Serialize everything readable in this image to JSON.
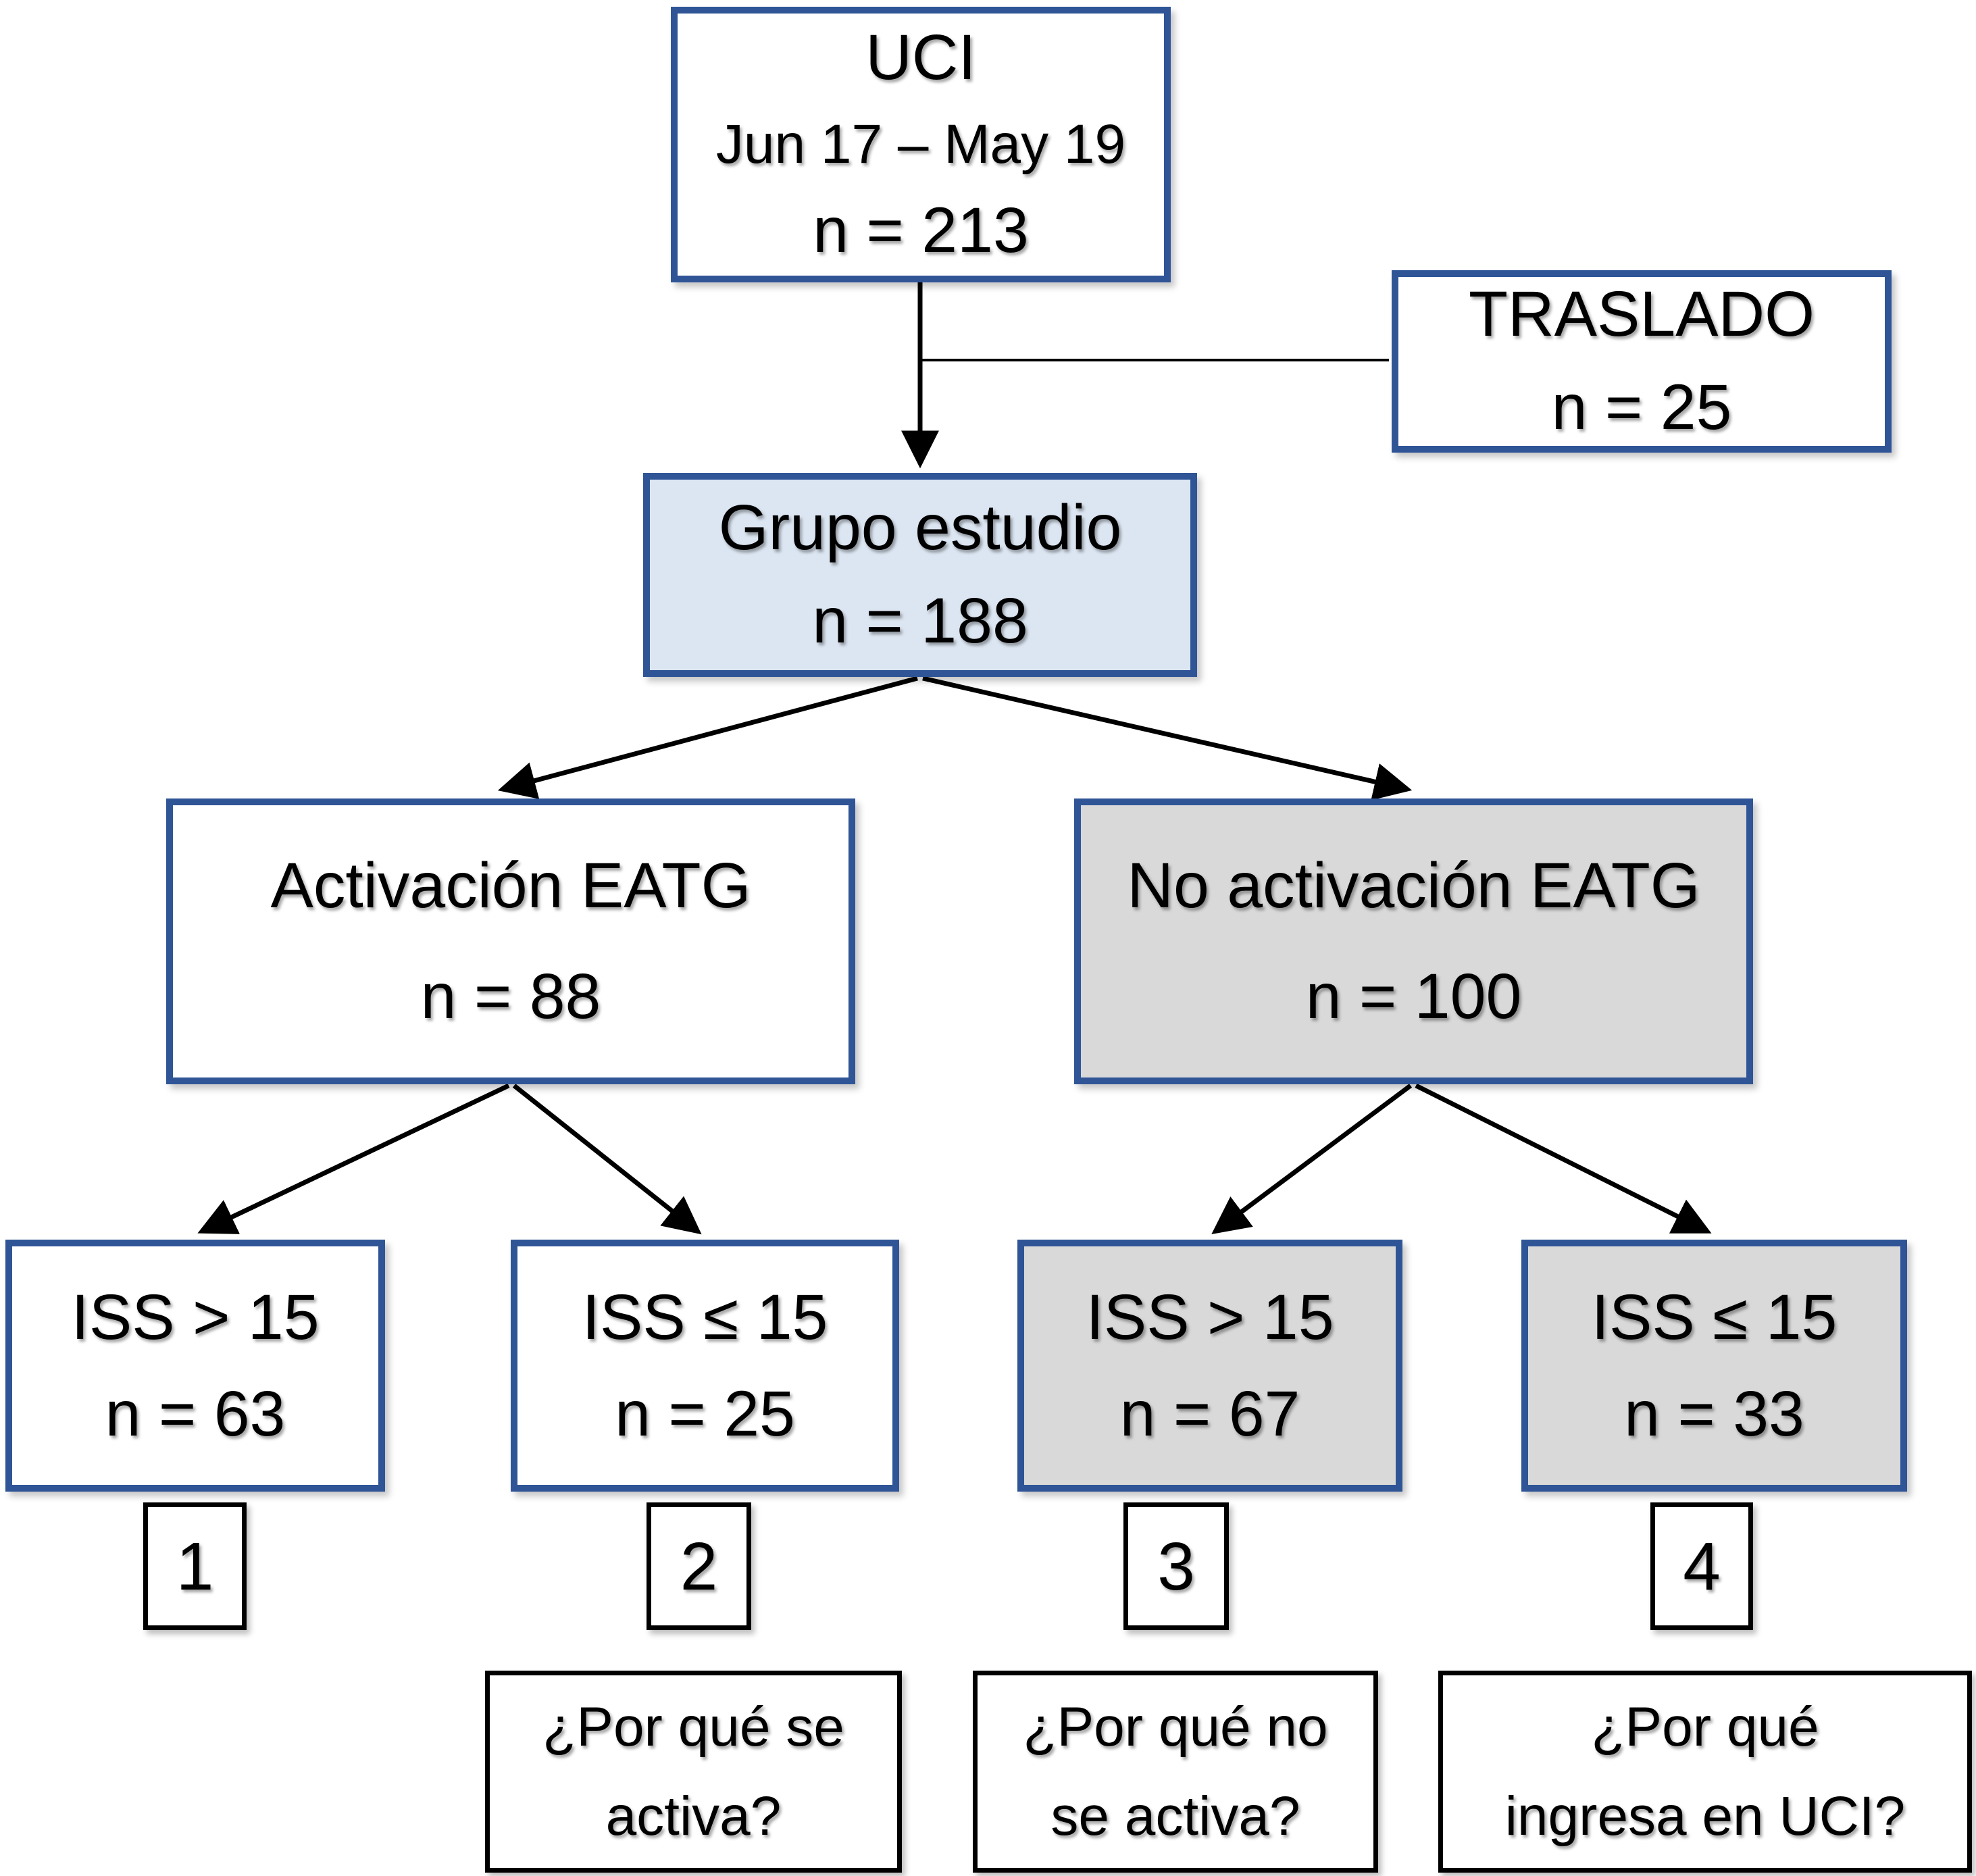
{
  "nodes": {
    "uci": {
      "title": "UCI",
      "subtitle": "Jun 17 – May 19",
      "count": "n = 213"
    },
    "traslado": {
      "title": "TRASLADO",
      "count": "n = 25"
    },
    "grupo_estudio": {
      "title": "Grupo estudio",
      "count": "n = 188"
    },
    "activacion_eatg": {
      "title": "Activación EATG",
      "count": "n = 88"
    },
    "no_activacion_eatg": {
      "title": "No activación EATG",
      "count": "n = 100"
    },
    "iss_gt15_activacion": {
      "title": "ISS > 15",
      "count": "n = 63"
    },
    "iss_le15_activacion": {
      "title": "ISS ≤ 15",
      "count": "n = 25"
    },
    "iss_gt15_no_activacion": {
      "title": "ISS > 15",
      "count": "n = 67"
    },
    "iss_le15_no_activacion": {
      "title": "ISS ≤ 15",
      "count": "n = 33"
    }
  },
  "markers": {
    "m1": "1",
    "m2": "2",
    "m3": "3",
    "m4": "4"
  },
  "questions": {
    "why_activated": {
      "line1": "¿Por qué se",
      "line2": "activa?"
    },
    "why_not_activated": {
      "line1": "¿Por qué no",
      "line2": "se activa?"
    },
    "why_icu_admission": {
      "line1": "¿Por qué",
      "line2": "ingresa en UCI?"
    }
  },
  "colors": {
    "box_border_blue": "#2f5597",
    "fill_light_blue": "#dce6f2",
    "fill_gray": "#d9d9d9",
    "line_black": "#000000",
    "background": "#ffffff"
  }
}
